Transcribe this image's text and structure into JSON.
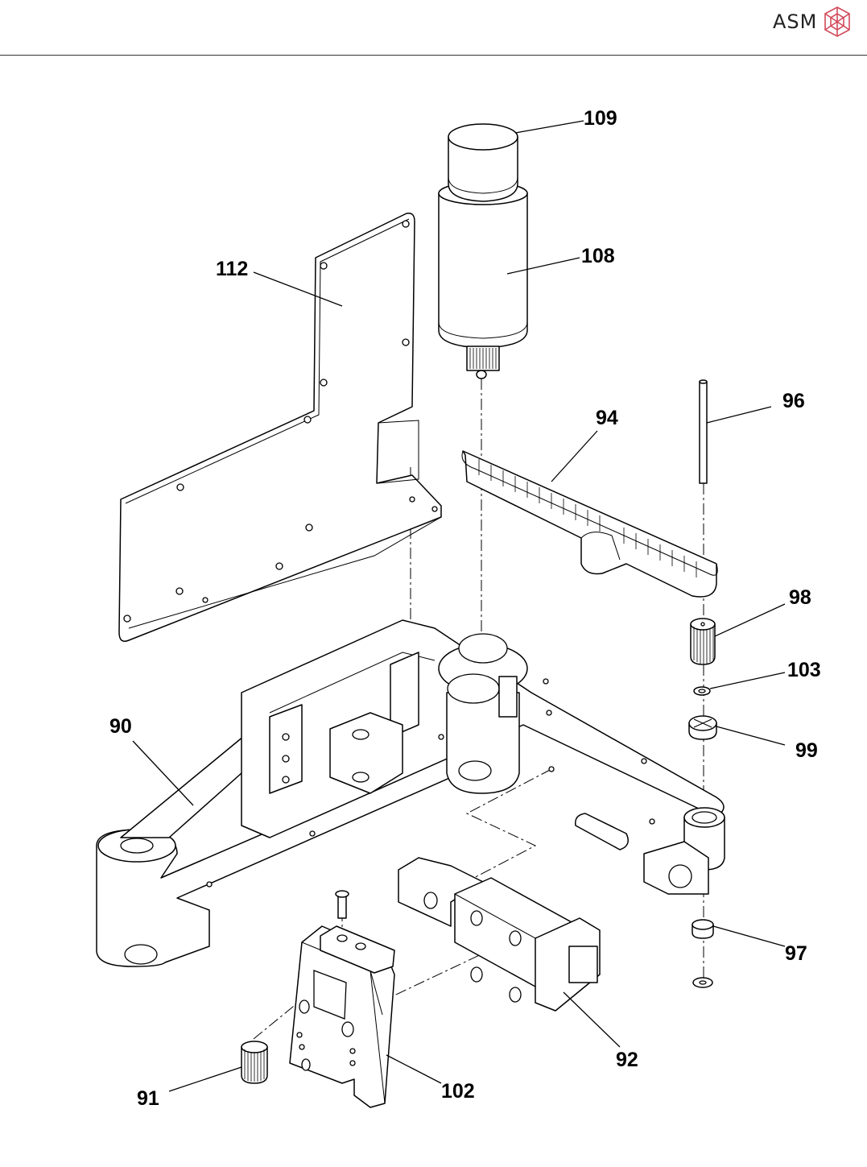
{
  "header": {
    "brand": "ASM",
    "logo_icon": "asm-cube-logo-icon",
    "logo_color": "#d24a5a",
    "rule_color": "#333333"
  },
  "diagram": {
    "type": "exploded-assembly-drawing",
    "callouts": [
      {
        "id": "109",
        "label": "109"
      },
      {
        "id": "108",
        "label": "108"
      },
      {
        "id": "112",
        "label": "112"
      },
      {
        "id": "94",
        "label": "94"
      },
      {
        "id": "96",
        "label": "96"
      },
      {
        "id": "98",
        "label": "98"
      },
      {
        "id": "103",
        "label": "103"
      },
      {
        "id": "99",
        "label": "99"
      },
      {
        "id": "90",
        "label": "90"
      },
      {
        "id": "97",
        "label": "97"
      },
      {
        "id": "92",
        "label": "92"
      },
      {
        "id": "91",
        "label": "91"
      },
      {
        "id": "102",
        "label": "102"
      }
    ]
  }
}
